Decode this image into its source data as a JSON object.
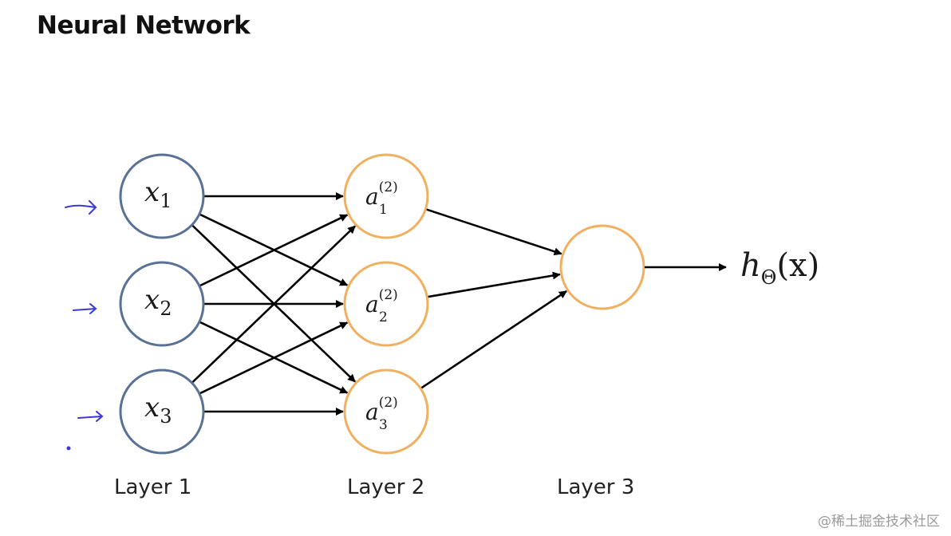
{
  "title": "Neural Network",
  "layers": [
    {
      "label": "Layer 1",
      "nodes": [
        {
          "var": "x",
          "sub": "1"
        },
        {
          "var": "x",
          "sub": "2"
        },
        {
          "var": "x",
          "sub": "3"
        }
      ]
    },
    {
      "label": "Layer 2",
      "nodes": [
        {
          "var": "a",
          "sub": "1",
          "sup": "(2)"
        },
        {
          "var": "a",
          "sub": "2",
          "sup": "(2)"
        },
        {
          "var": "a",
          "sub": "3",
          "sup": "(2)"
        }
      ]
    },
    {
      "label": "Layer 3",
      "nodes": [
        {
          "var": "",
          "sub": ""
        }
      ]
    }
  ],
  "output": {
    "var": "h",
    "sub": "Θ",
    "arg": "(x)"
  },
  "watermark": "@稀土掘金技术社区",
  "colors": {
    "input_node": "#5a7196",
    "hidden_node": "#f0b060",
    "arrow": "#000000",
    "annotation": "#3a3ad0"
  }
}
